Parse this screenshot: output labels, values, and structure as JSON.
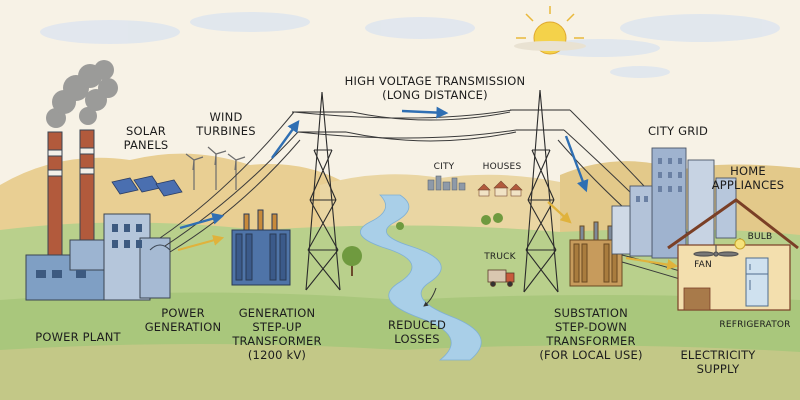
{
  "header": {
    "title": "HIGH VOLTAGE TRANSMISSION",
    "subtitle": "(LONG DISTANCE)"
  },
  "labels": {
    "solar_panels": [
      "SOLAR",
      "PANELS"
    ],
    "wind_turbines": [
      "WIND",
      "TURBINES"
    ],
    "city_grid": "CITY GRID",
    "home_appliances": [
      "HOME",
      "APPLIANCES"
    ],
    "city": "CITY",
    "houses": "HOUSES",
    "truck": "TRUCK",
    "bulb": "BULB",
    "fan": "FAN",
    "refrigerator": "REFRIGERATOR",
    "power_plant": "POWER PLANT",
    "power_generation": [
      "POWER",
      "GENERATION"
    ],
    "generation_transformer": [
      "GENERATION",
      "STEP-UP",
      "TRANSFORMER",
      "(1200 kV)"
    ],
    "reduced_losses": [
      "REDUCED",
      "LOSSES"
    ],
    "substation_transformer": [
      "SUBSTATION",
      "STEP-DOWN",
      "TRANSFORMER",
      "(FOR LOCAL USE)"
    ],
    "electricity_supply": [
      "ELECTRICITY",
      "SUPPLY"
    ]
  },
  "icons": [
    "sun-icon",
    "smoke-icon",
    "solar-panel-icon",
    "wind-turbine-icon",
    "transmission-tower-icon",
    "transformer-icon",
    "river-icon",
    "tree-icon",
    "truck-icon",
    "house-icon",
    "ceiling-fan-icon",
    "light-bulb-icon",
    "refrigerator-icon",
    "arrow-icon"
  ],
  "colors": {
    "sky": "#f7f2e6",
    "hills": "#e9cf93",
    "grass": "#a9c77c",
    "river": "#a9cfe8",
    "arrow": "#2f6fb3",
    "arrow_yellow": "#e0b23c",
    "brick": "#b25a3c",
    "house": "#f3dfae",
    "sun": "#f4d24a"
  }
}
